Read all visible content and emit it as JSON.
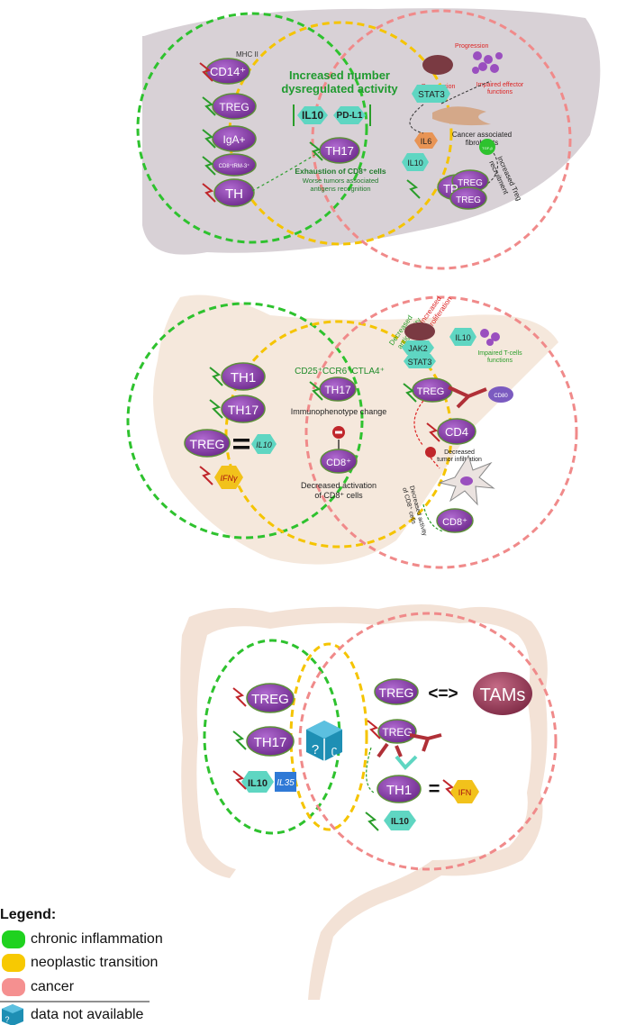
{
  "colors": {
    "chronic": "#2ec22e",
    "neoplastic": "#f5c400",
    "cancer": "#f08a8a",
    "cell": "#8b3fa8",
    "cell_edge": "#5d8f3a",
    "il": "#5fd6c2",
    "bolt_green": "#2a9d2a",
    "bolt_red": "#c0262b",
    "liver": "#d3cbd0",
    "stomach": "#f3e4d6",
    "colon": "#f2dfd2",
    "dice": "#1e8fb4"
  },
  "panel1": {
    "left_cells": [
      "CD14⁺",
      "TREG",
      "IgA+",
      "CD8⁺tRM-3⁺",
      "TH"
    ],
    "mhc": "MHC II",
    "overlap_title_1": "Increased number",
    "overlap_title_2": "dysregulated activity",
    "il10": "IL10",
    "pdl1": "PD-L1",
    "th17": "TH17",
    "exhaustion": "Exhaustion of CD8⁺ cells",
    "worse_1": "Worse tumors associated",
    "worse_2": "antigens recognition",
    "progression_a": "Progression",
    "progression_b": "Progression",
    "impaired_1": "Impaired effector",
    "impaired_2": "functions",
    "stat3": "STAT3",
    "caf_1": "Cancer associated",
    "caf_2": "fibroblasts",
    "il6": "IL6",
    "il10b": "IL10",
    "tgfb": "TGF-β",
    "recruit_1": "Increased Treg",
    "recruit_2": "recruitment",
    "treg_a": "TREG",
    "treg_b": "TREG",
    "tp": "TP"
  },
  "panel2": {
    "left_cells": [
      "TH1",
      "TH17",
      "TREG"
    ],
    "il10": "IL10",
    "ifn": "IFNγ",
    "markers": "CD25⁺CCR6⁺CTLA4⁺",
    "th17": "TH17",
    "immuno": "Immunophenotype change",
    "cd8": "CD8⁺",
    "decreased_1": "Decreased activation",
    "decreased_2": "of CD8⁺ cells",
    "antigenicity_1": "Decreased",
    "antigenicity_2": "antigenicity",
    "proliferation_1": "Increased",
    "proliferation_2": "proliferation",
    "jak2": "JAK2",
    "stat3": "STAT3",
    "il10b": "IL10",
    "impaired_1": "Impaired T-cells",
    "impaired_2": "functions",
    "treg": "TREG",
    "cd80": "CD80",
    "cd4": "CD4",
    "infil_1": "Decreased",
    "infil_2": "tumor infiltration",
    "activity_1": "Decreased activity",
    "activity_2": "of CD8⁺ cells",
    "cd8b": "CD8⁺"
  },
  "panel3": {
    "left_cells": [
      "TREG",
      "TH17"
    ],
    "il10": "IL10",
    "il35": "IL35",
    "treg": "TREG",
    "arrow": "<=>",
    "tams": "TAMs",
    "treg2": "TREG",
    "th1": "TH1",
    "eq": "=",
    "ifn": "IFN",
    "il10b": "IL10"
  },
  "legend": {
    "title": "Legend:",
    "items": [
      "chronic inflammation",
      "neoplastic transition",
      "cancer"
    ],
    "na": "data not available"
  }
}
